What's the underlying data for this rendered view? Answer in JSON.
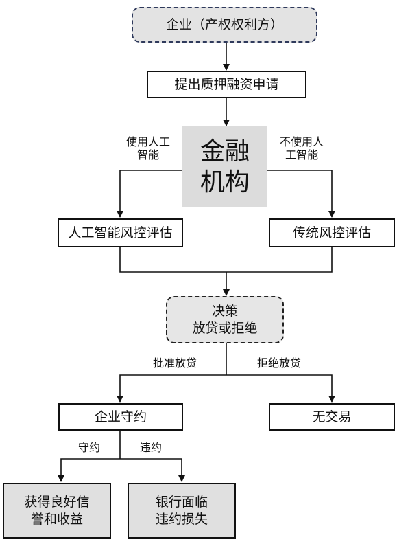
{
  "nodes": {
    "enterprise": "企业（产权权利方）",
    "apply": "提出质押融资申请",
    "bank_line1": "金融",
    "bank_line2": "机构",
    "ai_eval": "人工智能风控评估",
    "trad_eval": "传统风控评估",
    "decision_line1": "决策",
    "decision_line2": "放贷或拒绝",
    "comply": "企业守约",
    "no_deal": "无交易",
    "good_line1": "获得良好信",
    "good_line2": "誉和收益",
    "loss_line1": "银行面临",
    "loss_line2": "违约损失"
  },
  "labels": {
    "use_ai_line1": "使用人工",
    "use_ai_line2": "智能",
    "no_ai_line1": "不使用人",
    "no_ai_line2": "工智能",
    "approve": "批准放贷",
    "reject": "拒绝放贷",
    "keep": "守约",
    "breach": "违约"
  }
}
